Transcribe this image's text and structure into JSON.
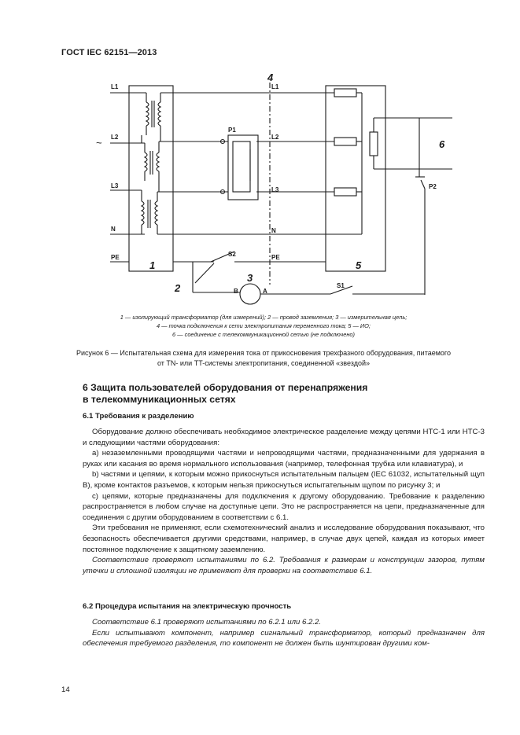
{
  "header": "ГОСТ IEC 62151—2013",
  "diagram": {
    "labels": {
      "L1": "L1",
      "L2": "L2",
      "L3": "L3",
      "N": "N",
      "PE": "PE",
      "tilde": "~",
      "n1": "1",
      "n2": "2",
      "n3": "3",
      "n4": "4",
      "n5": "5",
      "n6": "6",
      "P1": "P1",
      "P2": "P2",
      "S1": "S1",
      "S2": "S2",
      "A": "A",
      "B": "B"
    }
  },
  "legend": {
    "line1": "1 — изолирующий трансформатор (для измерений); 2 — провод заземления; 3 — измерительная цепь;",
    "line2": "4 — точка подключения к сети электропитания переменного тока; 5 — ИО;",
    "line3": "6 — соединение с телекоммуникационной сетью (не подключено)"
  },
  "caption": {
    "line1": "Рисунок 6 — Испытательная схема для измерения тока от прикосновения трехфазного оборудования, питаемого",
    "line2": "от TN- или TT-системы электропитания, соединенной «звездой»"
  },
  "section": {
    "title_line1": "6 Защита пользователей оборудования от перенапряжения",
    "title_line2": "в телекоммуникационных сетях",
    "sub1": "6.1 Требования к разделению",
    "sub2": "6.2 Процедура испытания на электрическую прочность"
  },
  "paragraphs1": [
    "Оборудование должно обеспечивать необходимое электрическое разделение между цепями НТС-1 или НТС-3 и следующими частями оборудования:",
    "a) незаземленными проводящими частями и непроводящими частями, предназначенными для удержания в руках или касания во время нормального использования (например, телефонная трубка или клавиатура), и",
    "b) частями и цепями, к которым можно прикоснуться испытательным пальцем (IEC 61032, испытательный щуп B), кроме контактов разъемов, к которым нельзя прикоснуться испытательным щупом по рисунку 3; и",
    "c) цепями, которые предназначены для подключения к другому оборудованию. Требование к разделению распространяется в любом случае на доступные цепи. Это не распространяется на цепи, предназначенные для соединения с другим оборудованием в соответствии с 6.1.",
    "Эти требования не применяют, если схемотехнический анализ и исследование оборудования показывают, что безопасность обеспечивается другими средствами, например, в случае двух цепей, каждая из которых имеет постоянное подключение к защитному заземлению."
  ],
  "compliance1": "Соответствие проверяют испытаниями по 6.2. Требования к размерам и конструкции зазоров, путям утечки и сплошной изоляции не применяют для проверки на соответствие 6.1.",
  "paragraphs2": [
    "Соответствие 6.1 проверяют испытаниями по 6.2.1 или 6.2.2.",
    "Если испытывают компонент, например сигнальный трансформатор, который предназначен для обеспечения требуемого разделения, то компонент не должен быть шунтирован другими ком-"
  ],
  "page_number": "14"
}
